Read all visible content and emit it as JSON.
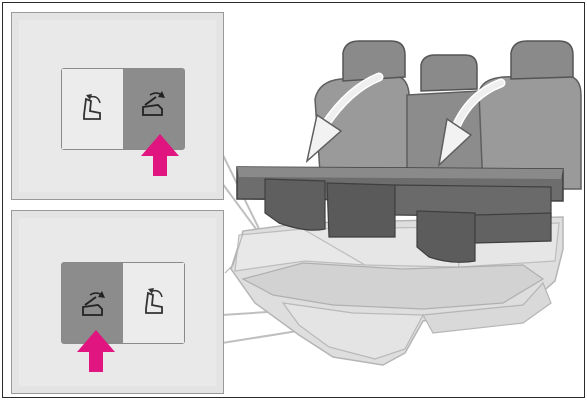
{
  "figure": {
    "description_icons": [
      "seat-return-icon",
      "seat-fold-icon"
    ],
    "colors": {
      "arrow_accent": "#e0157f",
      "seat_gray": "#8f8f8f",
      "seat_dark": "#5c5c5c",
      "cushion_light": "#dcdcdc",
      "inset_background": "#e6e6e6"
    },
    "insets": {
      "top": {
        "pressed_side": "right",
        "icons": [
          "seat-return-icon",
          "seat-fold-icon"
        ]
      },
      "bottom": {
        "pressed_side": "left",
        "icons": [
          "seat-fold-icon",
          "seat-return-icon"
        ]
      }
    },
    "seat_fold_arrows": 2
  }
}
